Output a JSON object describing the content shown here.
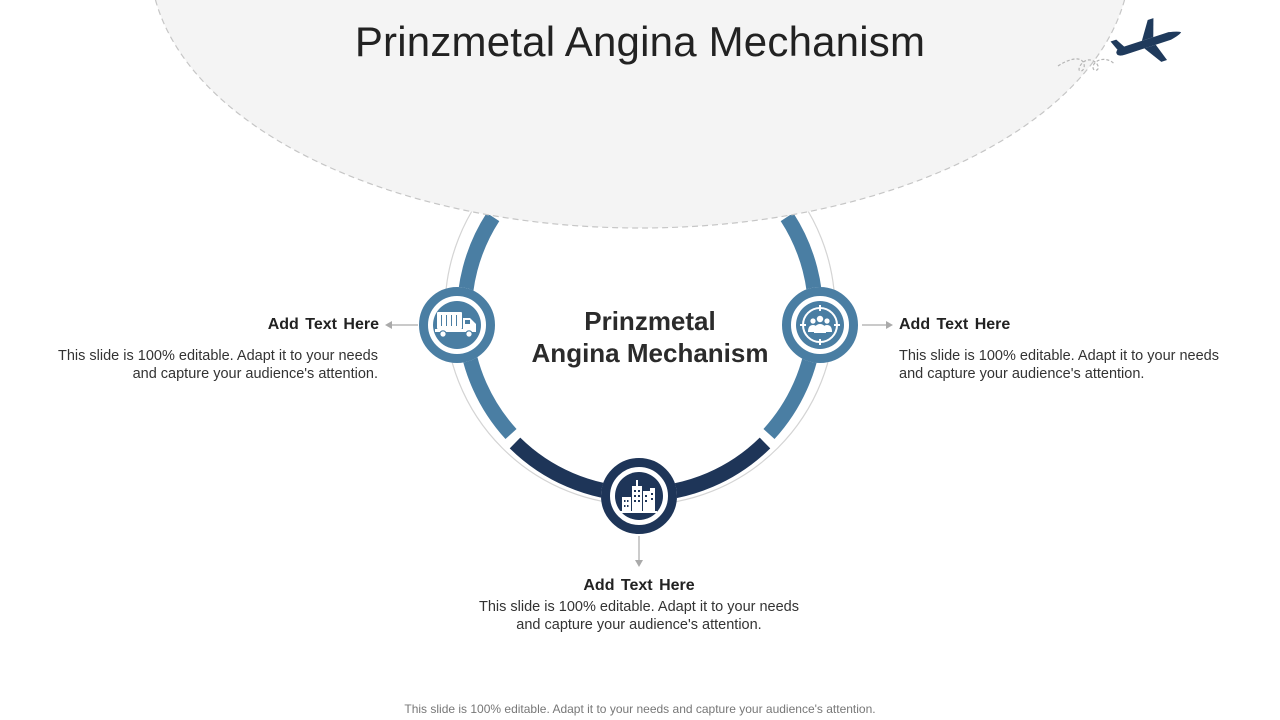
{
  "slide": {
    "title": "Prinzmetal Angina Mechanism",
    "center_title_line1": "Prinzmetal",
    "center_title_line2": "Angina Mechanism",
    "footer": "This slide is 100% editable. Adapt it to your needs and capture your audience's attention."
  },
  "nodes": [
    {
      "icon": "truck-icon",
      "heading": "Add  Text Here",
      "line1": "This slide is 100% editable.  Adapt it to your needs",
      "line2": "and capture your audience's attention."
    },
    {
      "icon": "team-target-icon",
      "heading": "Add  Text Here",
      "line1": "This slide is 100% editable.  Adapt it to your needs",
      "line2": "and capture your audience's attention."
    },
    {
      "icon": "buildings-icon",
      "heading": "Add  Text Here",
      "line1": "This slide is 100% editable.  Adapt it to your needs",
      "line2": "and capture your audience's attention."
    }
  ],
  "colors": {
    "ring_light": "#4a7ea3",
    "ring_dark": "#1e3558",
    "dome": "#f4f4f4",
    "text": "#222222"
  }
}
